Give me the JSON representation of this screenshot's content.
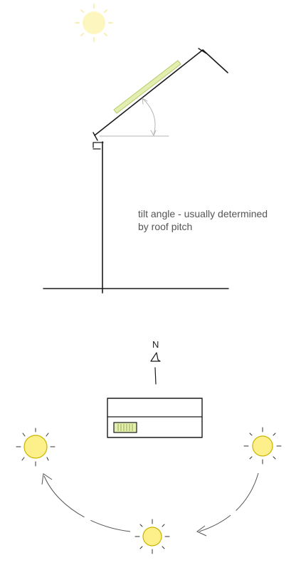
{
  "annotation": {
    "line1": "tilt angle - usually determined",
    "line2": "by roof pitch"
  },
  "compass": {
    "label": "N"
  },
  "colors": {
    "sun_fill": "#fdf08a",
    "sun_stroke": "#c9b400",
    "panel_fill": "#e3efb0",
    "panel_stroke": "#b7c96a",
    "ink": "#1a1a1a",
    "guide": "#b5b5b5"
  },
  "icons": {
    "sun": "sun-icon",
    "compass": "north-arrow-icon",
    "panel": "solar-panel-icon"
  }
}
